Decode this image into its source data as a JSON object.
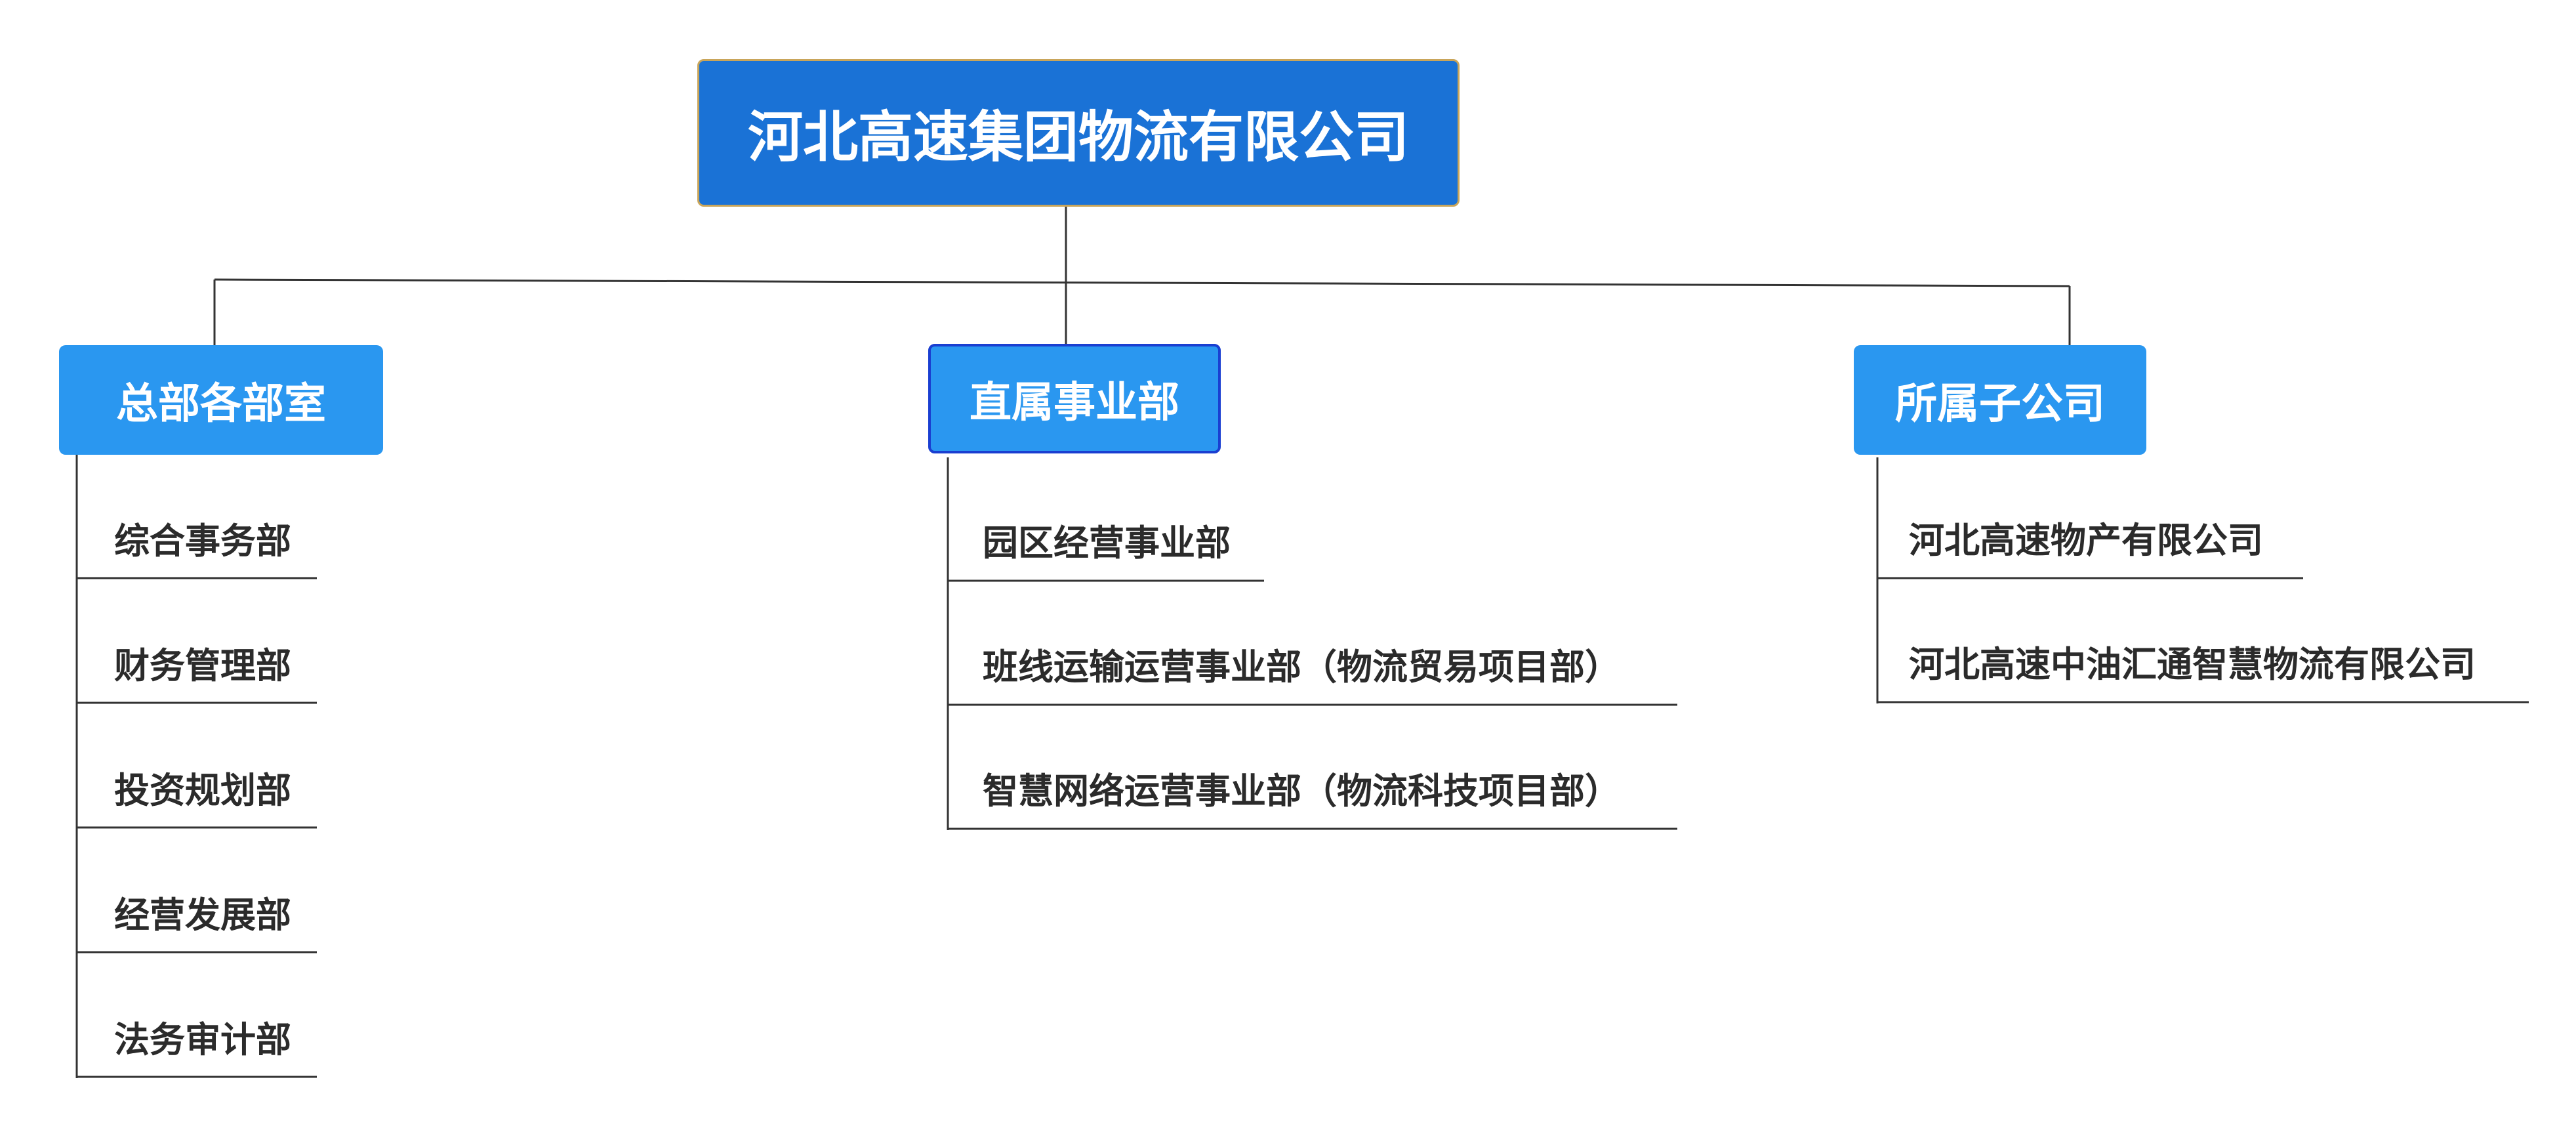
{
  "diagram": {
    "root": {
      "label": "河北高速集团物流有限公司"
    },
    "branches": [
      {
        "label": "总部各部室",
        "children": [
          "综合事务部",
          "财务管理部",
          "投资规划部",
          "经营发展部",
          "法务审计部"
        ]
      },
      {
        "label": "直属事业部",
        "children": [
          "园区经营事业部",
          "班线运输运营事业部（物流贸易项目部）",
          "智慧网络运营事业部（物流科技项目部）"
        ]
      },
      {
        "label": "所属子公司",
        "children": [
          "河北高速物产有限公司",
          "河北高速中油汇通智慧物流有限公司"
        ]
      }
    ]
  },
  "colors": {
    "root_fill": "#1a72d6",
    "branch_fill": "#2a97f0",
    "selected_border": "#1a3fd1",
    "connector": "#333333",
    "leaf_text": "#2b2b2b"
  }
}
